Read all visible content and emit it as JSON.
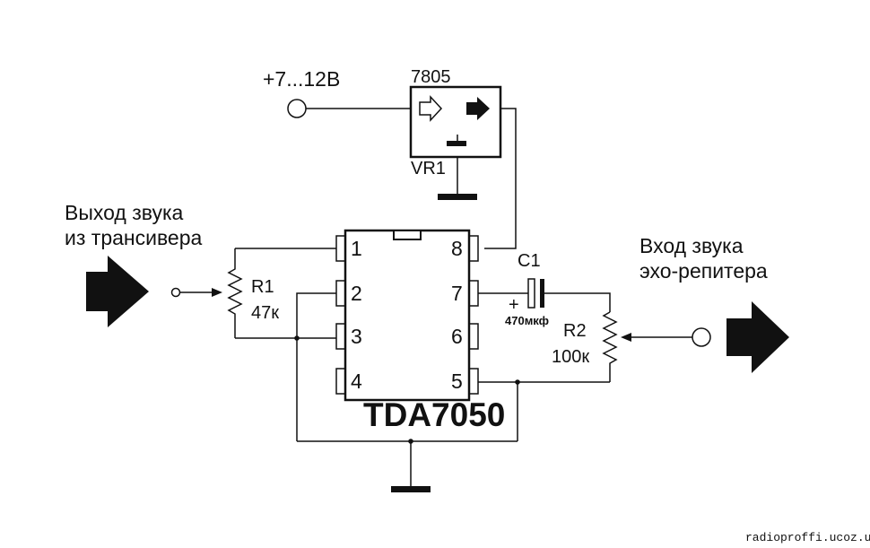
{
  "supply": {
    "label": "+7...12В"
  },
  "regulator": {
    "part": "7805",
    "ref": "VR1"
  },
  "input": {
    "line1": "Выход звука",
    "line2": "из трансивера"
  },
  "output": {
    "line1": "Вход звука",
    "line2": "эхо-репитера"
  },
  "r1": {
    "ref": "R1",
    "value": "47к"
  },
  "r2": {
    "ref": "R2",
    "value": "100к"
  },
  "c1": {
    "ref": "C1",
    "value": "470мкф",
    "polarity": "+"
  },
  "ic": {
    "name": "TDA7050",
    "pins": [
      "1",
      "2",
      "3",
      "4",
      "8",
      "7",
      "6",
      "5"
    ]
  },
  "watermark": "radioproffi.ucoz.ua"
}
